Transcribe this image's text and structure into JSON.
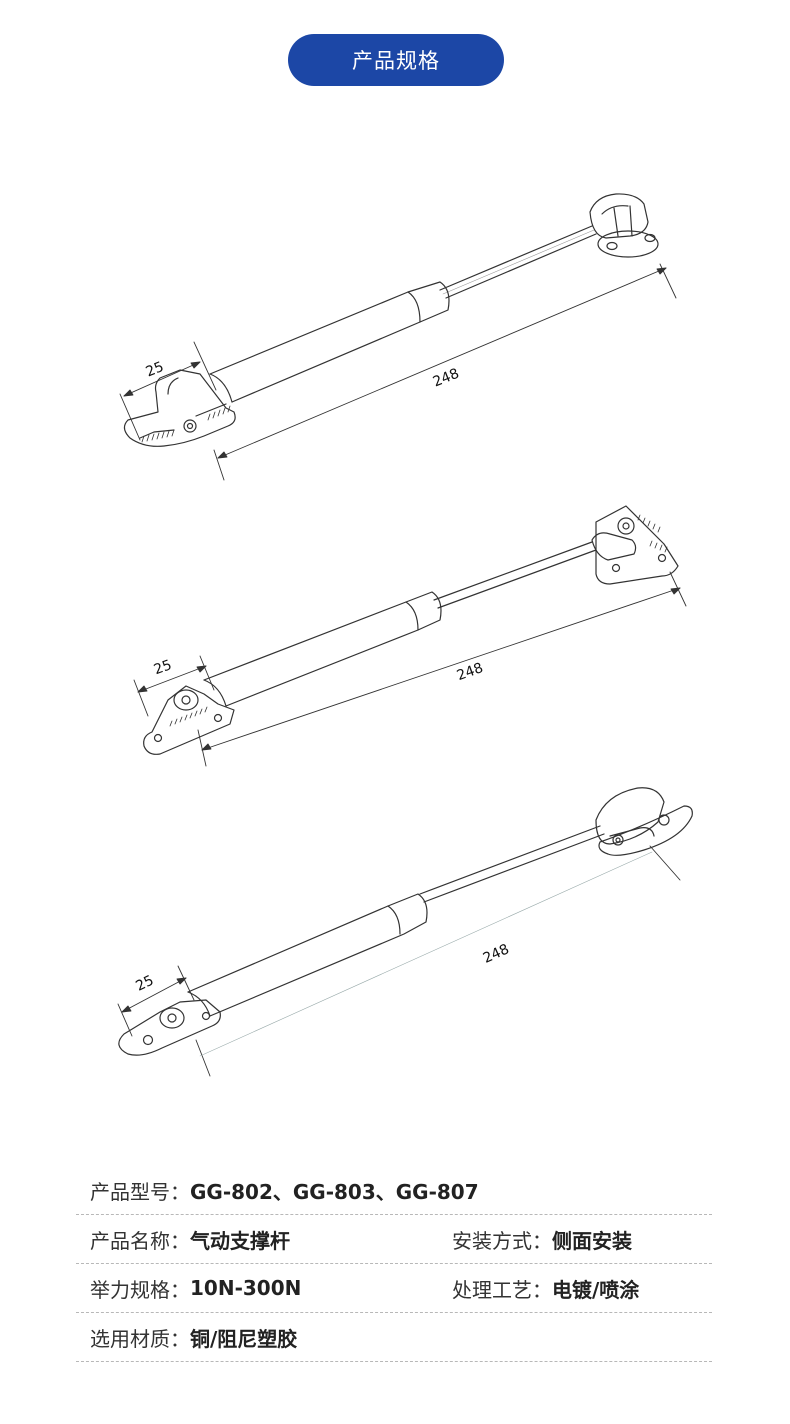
{
  "header": {
    "title": "产品规格"
  },
  "drawings": [
    {
      "width_dim": "25",
      "length_dim": "248"
    },
    {
      "width_dim": "25",
      "length_dim": "248"
    },
    {
      "width_dim": "25",
      "length_dim": "248"
    }
  ],
  "specs": {
    "model": {
      "label": "产品型号：",
      "value": "GG-802、GG-803、GG-807"
    },
    "name": {
      "label": "产品名称：",
      "value": "气动支撑杆"
    },
    "install": {
      "label": "安装方式：",
      "value": "侧面安装"
    },
    "force": {
      "label": "举力规格：",
      "value": "10N-300N"
    },
    "process": {
      "label": "处理工艺：",
      "value": "电镀/喷涂"
    },
    "material": {
      "label": "选用材质：",
      "value": "铜/阻尼塑胶"
    }
  }
}
